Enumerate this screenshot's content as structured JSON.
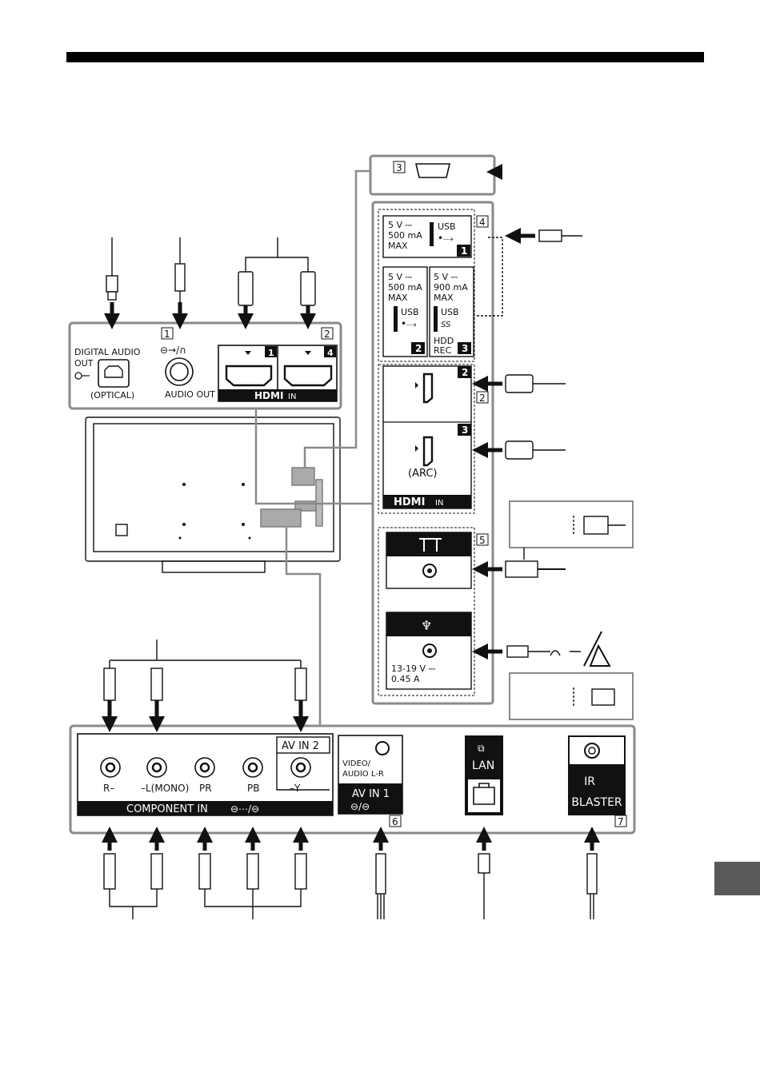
{
  "header_bar": "",
  "side_tab": "",
  "top_panel": {
    "digital_audio_line1": "DIGITAL AUDIO",
    "digital_audio_line2": "OUT",
    "optical": "(OPTICAL)",
    "audio_out": "AUDIO OUT",
    "hdmi_port1": "1",
    "hdmi_port4": "4",
    "hdmi_logo": "HDMI",
    "hdmi_in": "IN",
    "callout_1": "1",
    "callout_2": "2"
  },
  "right_panel": {
    "callout_3": "3",
    "callout_4": "4",
    "callout_2": "2",
    "callout_5": "5",
    "usb1_volt": "5 V ⎓",
    "usb1_current": "500 mA",
    "usb1_max": "MAX",
    "usb1_label": "USB",
    "usb1_num": "1",
    "usb2_volt": "5 V ⎓",
    "usb2_current": "500 mA",
    "usb2_max": "MAX",
    "usb2_label": "USB",
    "usb2_num": "2",
    "usb3_volt": "5 V ⎓",
    "usb3_current": "900 mA",
    "usb3_max": "MAX",
    "usb3_label": "USB",
    "usb3_ss": "SS",
    "usb3_hdd": "HDD",
    "usb3_rec": "REC",
    "usb3_num": "3",
    "hdmi2_num": "2",
    "hdmi3_num": "3",
    "arc": "(ARC)",
    "hdmi_logo": "HDMI",
    "hdmi_in": "IN",
    "sat_volt": "13-19 V ⎓",
    "sat_current": "0.45 A"
  },
  "bottom_panel": {
    "av_in2": "AV IN 2",
    "r_label": "R–",
    "l_label": "–L(MONO)",
    "pr": "PR",
    "pb": "PB",
    "y": "–Y",
    "component_in": "COMPONENT IN",
    "video_audio1": "VIDEO/",
    "video_audio2": "AUDIO L-R",
    "av_in1": "AV IN 1",
    "callout_6": "6",
    "lan": "LAN",
    "ir": "IR",
    "blaster": "BLASTER",
    "callout_7": "7"
  },
  "colors": {
    "ink": "#111111",
    "panel_border": "#8a8a8a",
    "header": "#000000",
    "tab": "#595959"
  }
}
